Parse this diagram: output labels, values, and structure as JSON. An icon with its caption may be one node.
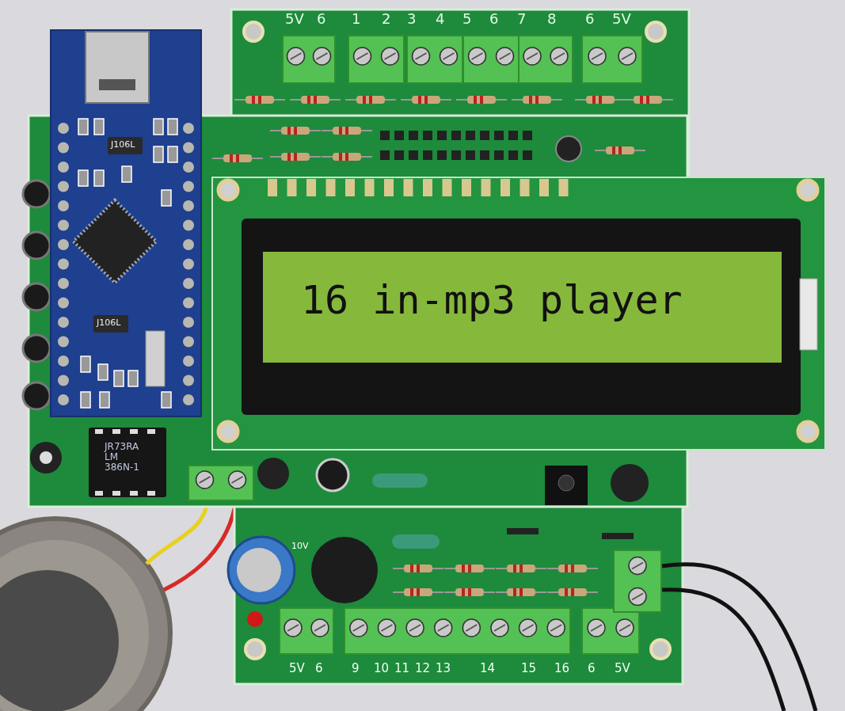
{
  "diagram": {
    "nodes": [
      {
        "text": [],
        "shape": "picture"
      },
      {
        "text": [],
        "shape": "box"
      },
      {
        "text": [],
        "shape": "box"
      }
    ],
    "edges": [
      {
        "from": 1,
        "to": 0,
        "arrow": "none",
        "color": "#e8d020"
      },
      {
        "from": 1,
        "to": 0,
        "arrow": "none",
        "color": "#d82828"
      },
      {
        "from": 2,
        "to": null,
        "arrow": "none",
        "color": "#111111"
      },
      {
        "from": 2,
        "to": null,
        "arrow": "none",
        "color": "#111111"
      }
    ],
    "labels": [
      "5V",
      "6",
      "1",
      "2",
      "3",
      "4",
      "5",
      "6",
      "7",
      "8",
      "6",
      "5V",
      "J106L",
      "16 in-mp3 player",
      "J106L",
      "JR73RA LM 386N-1",
      "10V",
      "5V",
      "6",
      "9",
      "10",
      "11",
      "12",
      "13",
      "14",
      "15",
      "16",
      "6",
      "5V"
    ]
  }
}
